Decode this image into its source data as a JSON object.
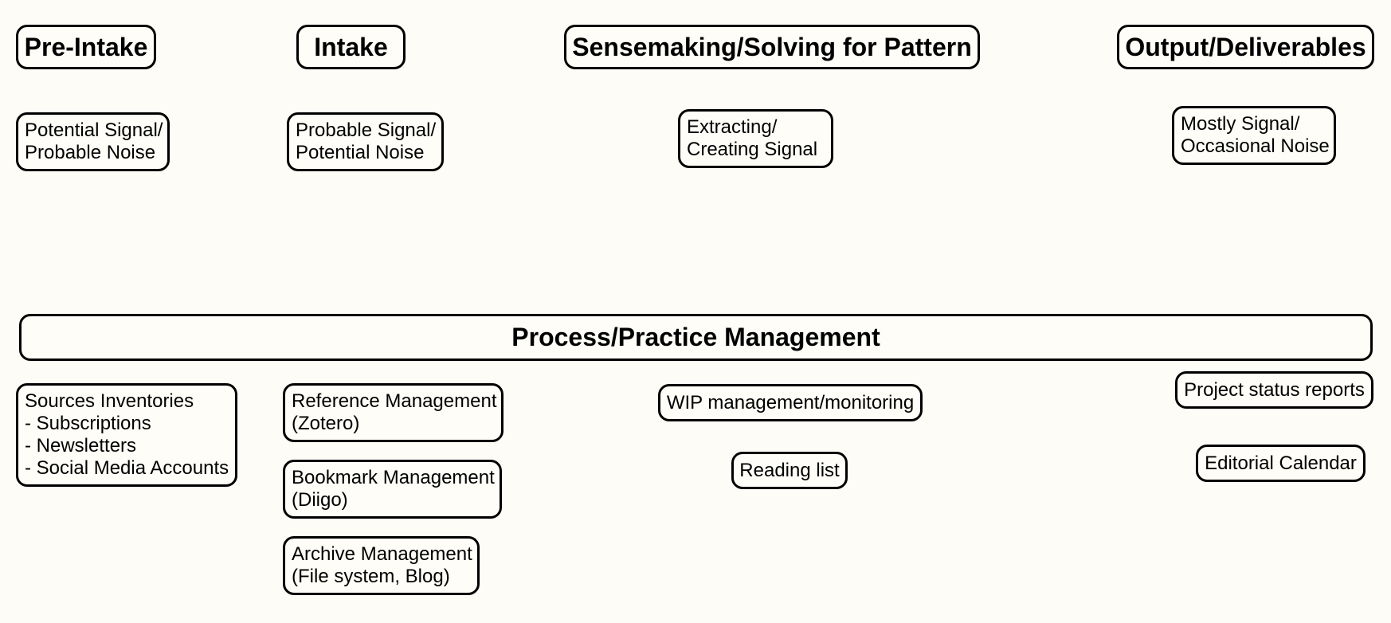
{
  "phases": {
    "pre_intake": "Pre-Intake",
    "intake": "Intake",
    "sensemaking": "Sensemaking/Solving for Pattern",
    "output": "Output/Deliverables"
  },
  "signal_levels": {
    "pre_intake": [
      "Potential Signal/",
      "Probable Noise"
    ],
    "intake": [
      "Probable Signal/",
      "Potential Noise"
    ],
    "sensemaking": [
      "Extracting/",
      "Creating Signal"
    ],
    "output": [
      "Mostly Signal/",
      "Occasional Noise"
    ]
  },
  "management": {
    "title": "Process/Practice Management",
    "pre_intake": {
      "sources": [
        "Sources Inventories",
        "- Subscriptions",
        "- Newsletters",
        "- Social Media Accounts"
      ]
    },
    "intake": {
      "reference": [
        "Reference Management",
        "(Zotero)"
      ],
      "bookmark": [
        "Bookmark Management",
        "(Diigo)"
      ],
      "archive": [
        "Archive Management",
        "(File system, Blog)"
      ]
    },
    "sensemaking": {
      "wip": "WIP management/monitoring",
      "reading": "Reading list"
    },
    "output": {
      "status": "Project status reports",
      "calendar": "Editorial Calendar"
    }
  }
}
